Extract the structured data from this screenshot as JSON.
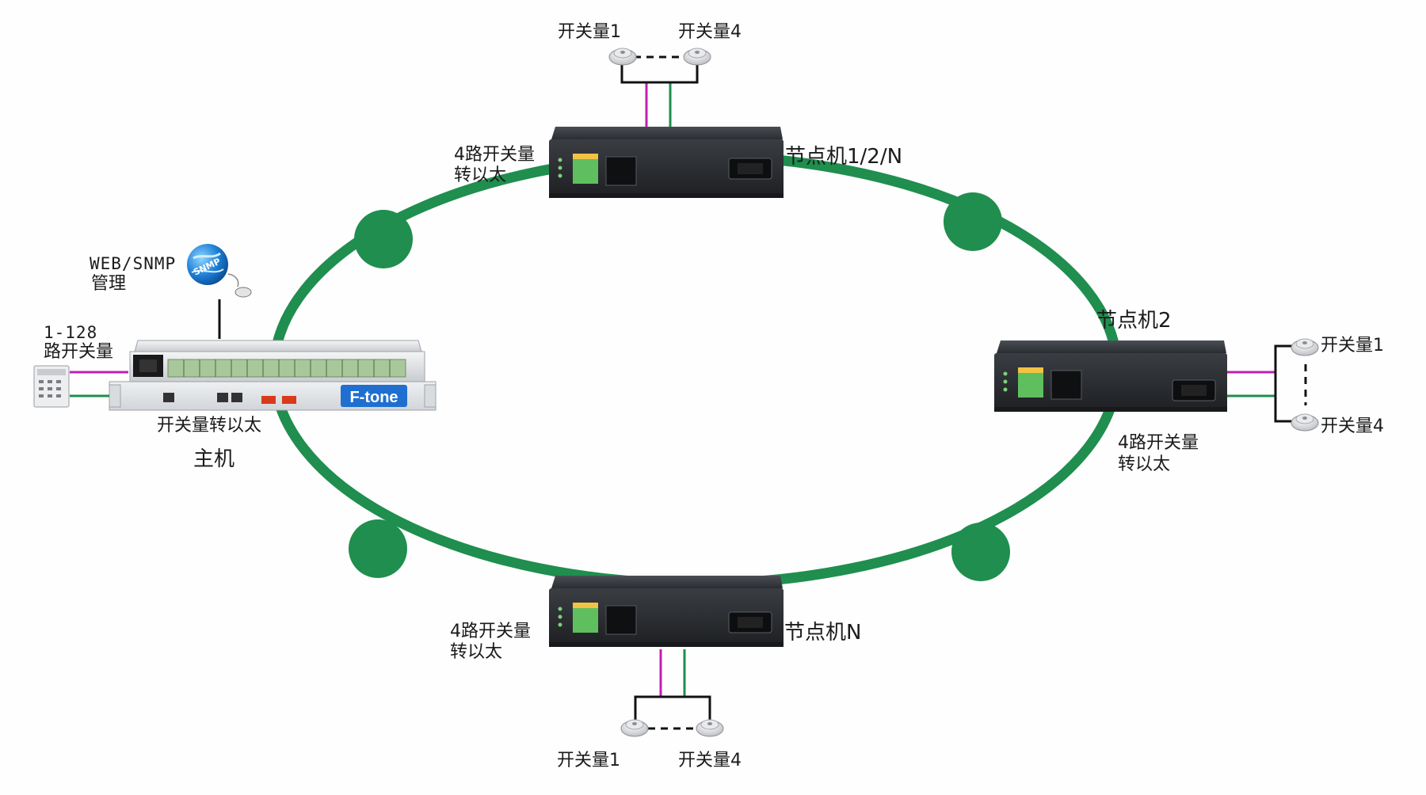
{
  "web_snmp": {
    "line1": "WEB/SNMP",
    "line2": "管理",
    "globe_text": "SNMP"
  },
  "host": {
    "ports_line1": "1-128",
    "ports_line2": "路开关量",
    "device_caption": "开关量转以太",
    "title": "主机",
    "brand": "F-tone"
  },
  "node_top": {
    "name": "节点机1/2/N",
    "converter_line1": "4路开关量",
    "converter_line2": "转以太",
    "switch_left": "开关量1",
    "switch_right": "开关量4"
  },
  "node_right": {
    "name": "节点机2",
    "converter_line1": "4路开关量",
    "converter_line2": "转以太",
    "switch_top": "开关量1",
    "switch_bottom": "开关量4"
  },
  "node_bottom": {
    "name": "节点机N",
    "converter_line1": "4路开关量",
    "converter_line2": "转以太",
    "switch_left": "开关量1",
    "switch_right": "开关量4"
  },
  "colors": {
    "ring": "#1f8e4e",
    "signal_magenta": "#c01fb4",
    "signal_green": "#1f8e4e",
    "device_body": "#2c2f33",
    "brand_blue": "#1f6fd1"
  }
}
